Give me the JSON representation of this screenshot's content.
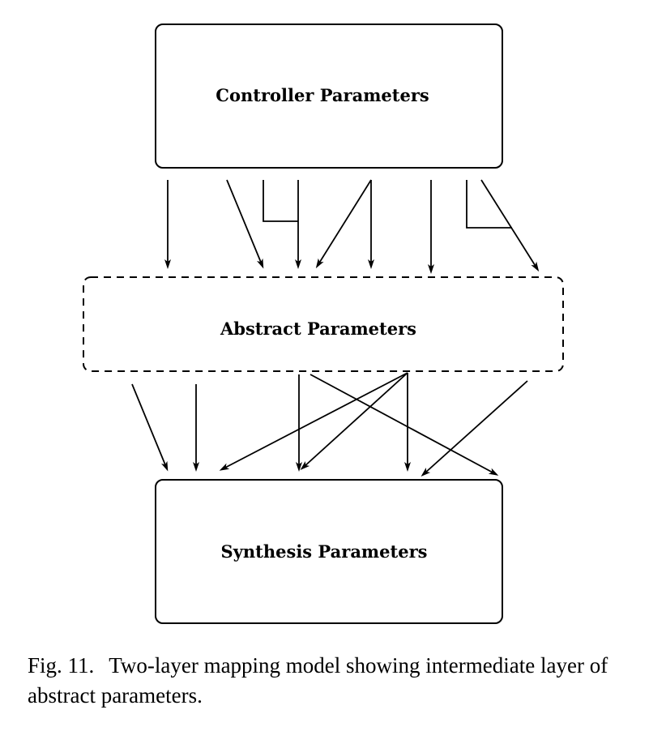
{
  "nodes": {
    "controller": {
      "label": "Controller Parameters"
    },
    "abstract": {
      "label": "Abstract Parameters"
    },
    "synthesis": {
      "label": "Synthesis Parameters"
    }
  },
  "caption": {
    "number": "Fig. 11.",
    "text": "Two-layer mapping model showing intermediate layer of abstract parameters."
  },
  "colors": {
    "ink": "#000000",
    "background": "#ffffff"
  }
}
